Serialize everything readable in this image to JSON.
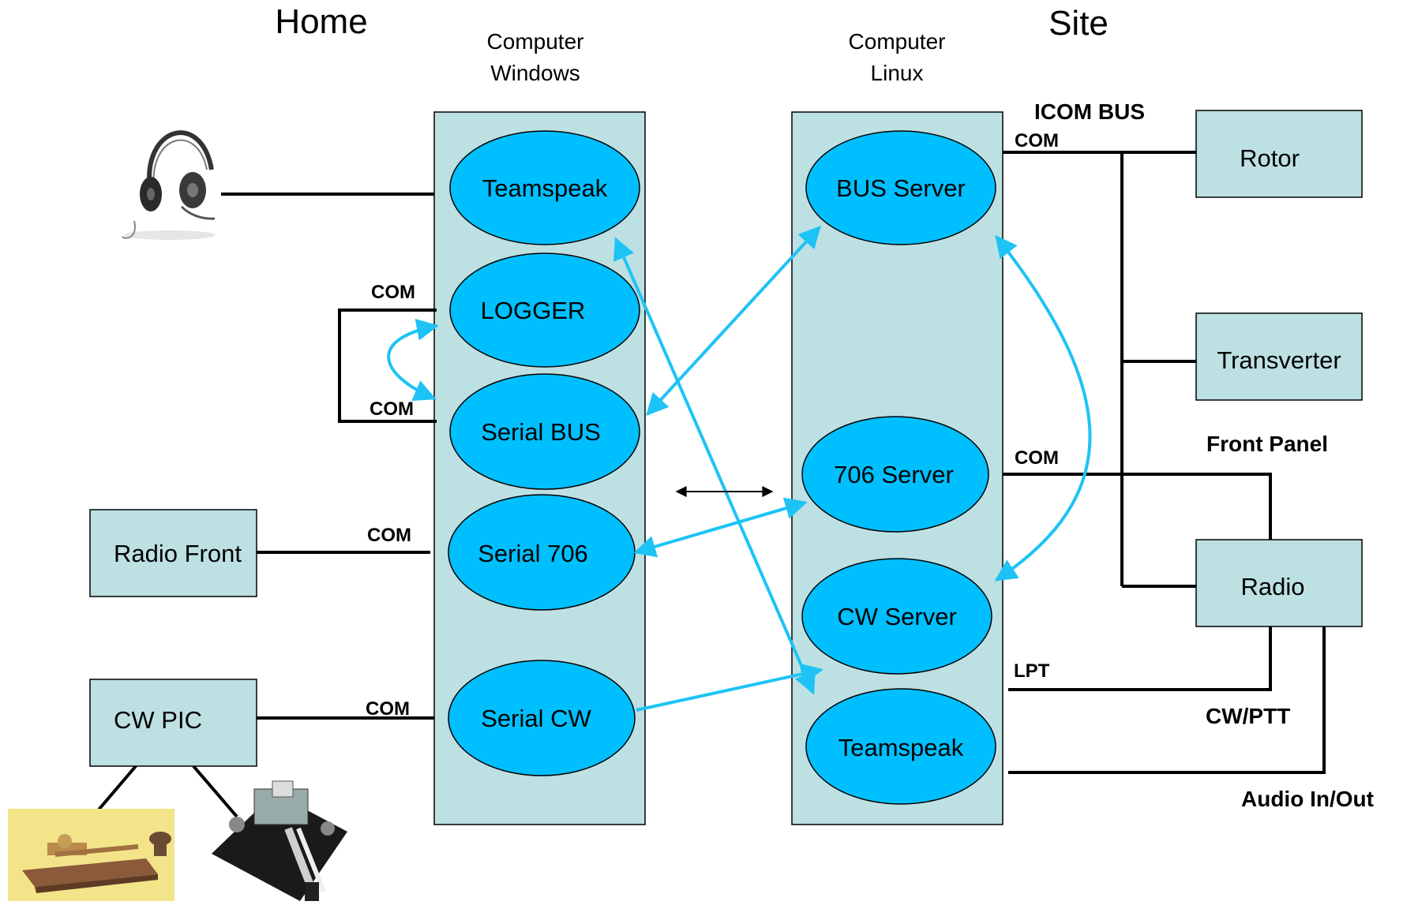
{
  "headings": {
    "home": "Home",
    "site": "Site"
  },
  "panels": {
    "windows": {
      "line1": "Computer",
      "line2": "Windows"
    },
    "linux": {
      "line1": "Computer",
      "line2": "Linux"
    }
  },
  "windows_nodes": {
    "teamspeak": "Teamspeak",
    "logger": "LOGGER",
    "serial_bus": "Serial BUS",
    "serial_706": "Serial 706",
    "serial_cw": "Serial CW"
  },
  "linux_nodes": {
    "bus_server": "BUS Server",
    "server_706": "706 Server",
    "cw_server": "CW Server",
    "teamspeak": "Teamspeak"
  },
  "home_devices": {
    "radio_front": "Radio Front",
    "cw_pic": "CW PIC"
  },
  "site_devices": {
    "rotor": "Rotor",
    "transverter": "Transverter",
    "radio": "Radio"
  },
  "labels": {
    "com": "COM",
    "lpt": "LPT",
    "icom_bus": "ICOM BUS",
    "front_panel": "Front Panel",
    "cw_ptt": "CW/PTT",
    "audio": "Audio In/Out"
  },
  "colors": {
    "panel_fill": "#bde0e3",
    "node_fill": "#00bfff",
    "link_color": "#1ec3f5",
    "wire_color": "#000000"
  },
  "icons": [
    "headset-icon",
    "straight-key-icon",
    "paddle-key-icon"
  ]
}
